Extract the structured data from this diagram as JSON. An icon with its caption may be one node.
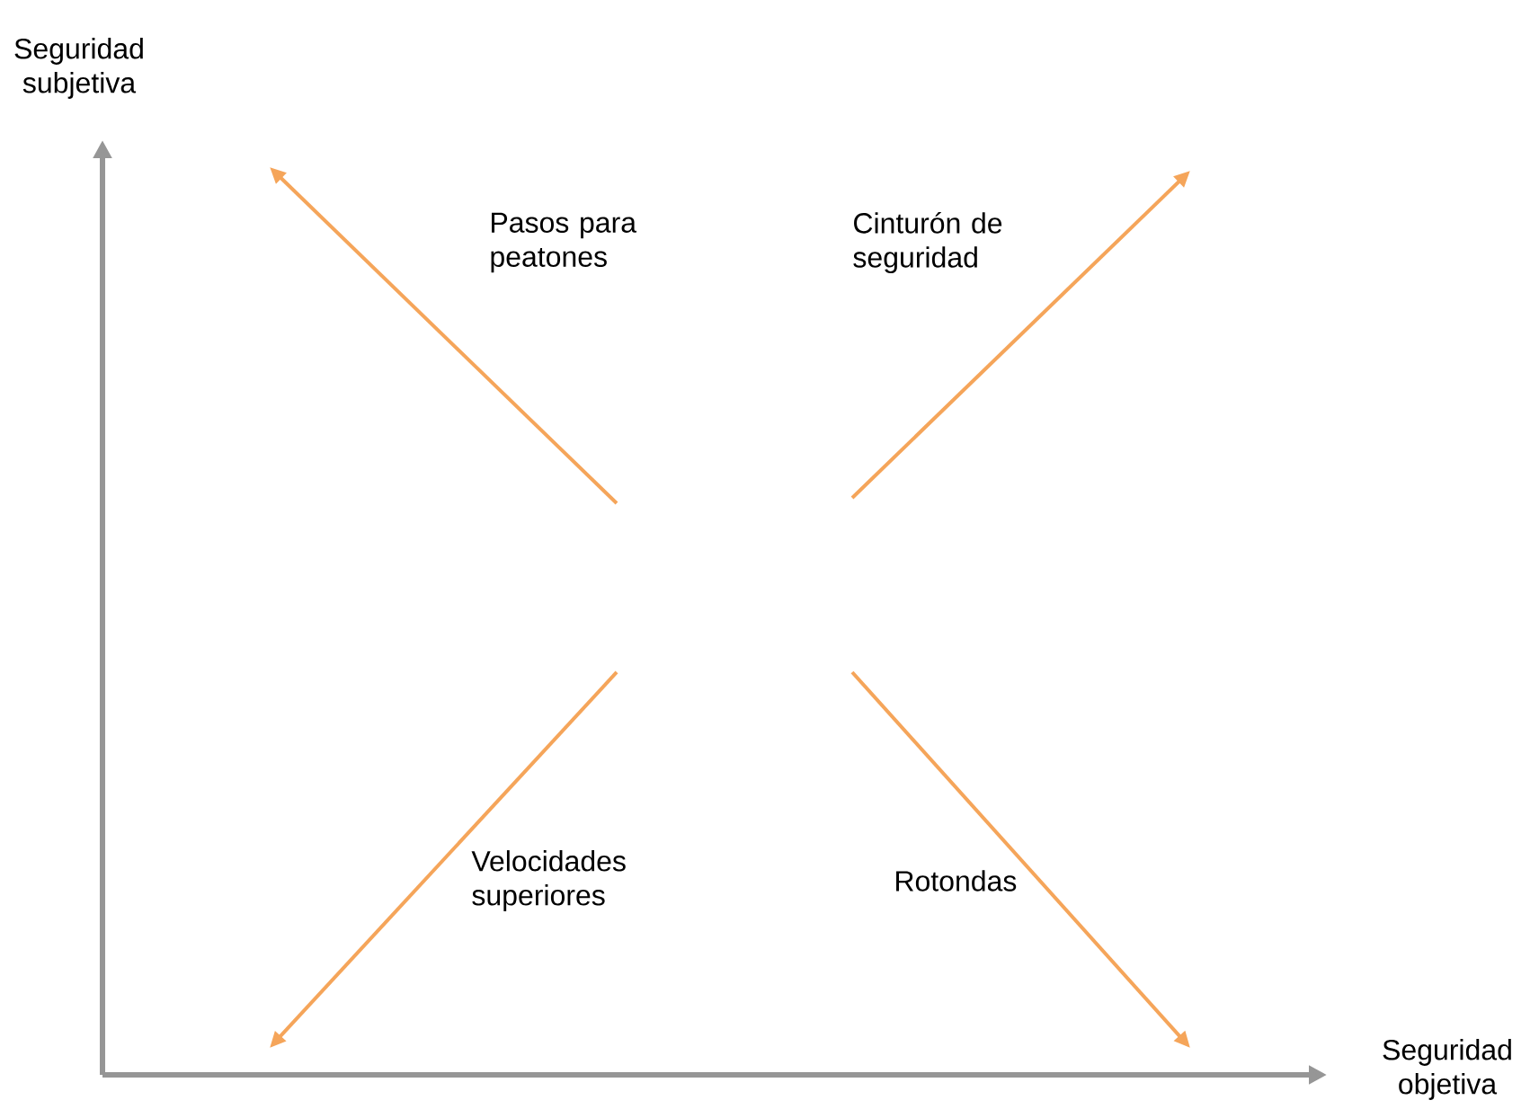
{
  "diagram": {
    "labels": [
      "Seguridad subjetiva",
      "Pasos para peatones",
      "Cinturón de seguridad",
      "Velocidades superiores",
      "Rotondas",
      "Seguridad objetiva"
    ]
  }
}
